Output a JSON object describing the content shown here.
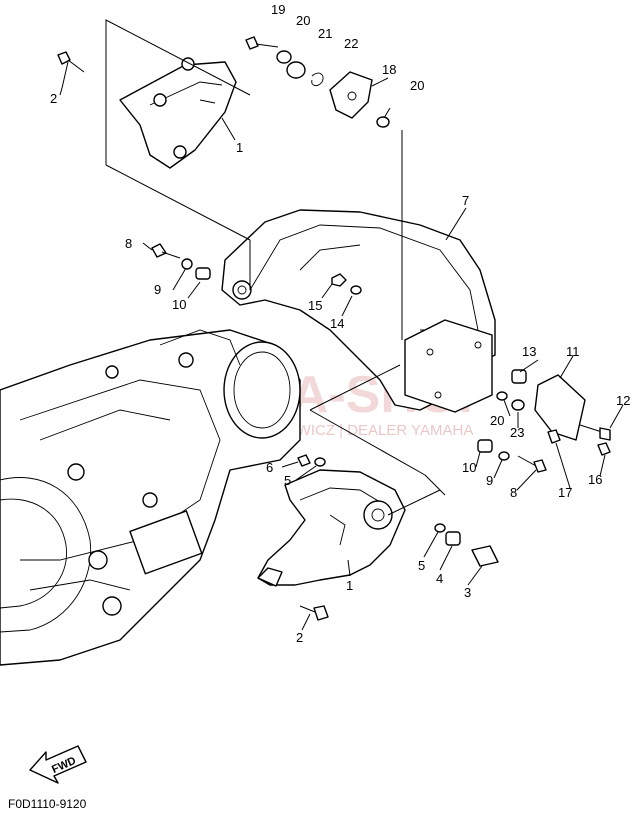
{
  "diagram": {
    "drawing_code": "F0D1110-9120",
    "fwd_label": "FWD",
    "watermark": {
      "brand": "YAMA-SHOP",
      "dealer": "WOJCIECHOWICZ | DEALER YAMAHA"
    },
    "callouts": [
      "19",
      "20",
      "21",
      "22",
      "18",
      "20",
      "7",
      "2",
      "1",
      "8",
      "9",
      "10",
      "15",
      "14",
      "13",
      "11",
      "12",
      "20",
      "23",
      "10",
      "9",
      "8",
      "17",
      "16",
      "6",
      "5",
      "1",
      "5",
      "4",
      "3",
      "2"
    ]
  }
}
